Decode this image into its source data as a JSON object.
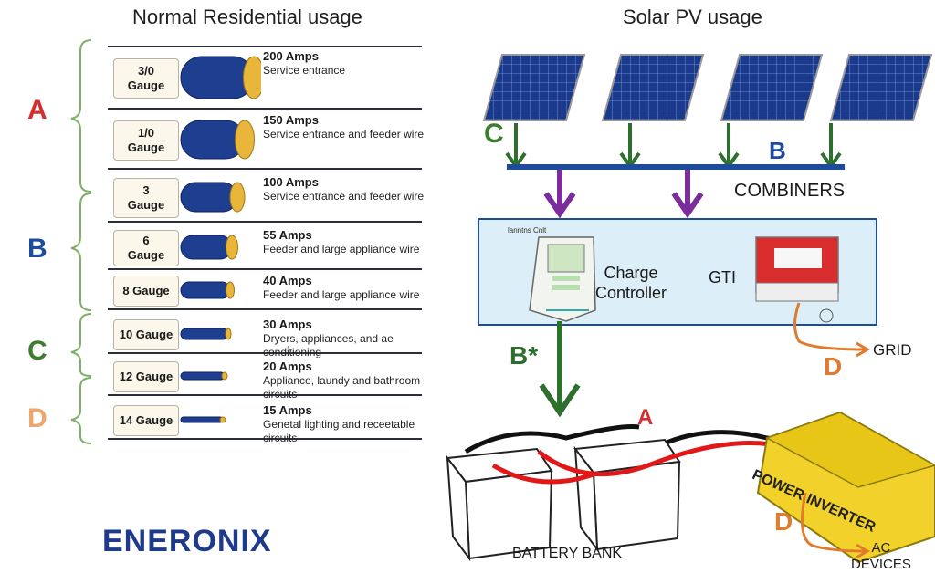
{
  "titles": {
    "left": "Normal Residential usage",
    "right": "Solar PV usage"
  },
  "groups": {
    "A": "A",
    "B": "B",
    "C": "C",
    "D": "D"
  },
  "colors": {
    "A": "#d32f2f",
    "B": "#1e4b9b",
    "C": "#3f7d2e",
    "D": "#f0a56a",
    "arrow_green": "#2e6f2e",
    "arrow_purple": "#7b2e9b",
    "arrow_orange": "#e07a2c"
  },
  "wires": [
    {
      "gauge": "3/0\nGauge",
      "amps": "200 Amps",
      "use": "Service entrance"
    },
    {
      "gauge": "1/0\nGauge",
      "amps": "150 Amps",
      "use": "Service entrance and feeder wire"
    },
    {
      "gauge": "3\nGauge",
      "amps": "100 Amps",
      "use": "Service entrance and feeder wire"
    },
    {
      "gauge": "6\nGauge",
      "amps": "55 Amps",
      "use": "Feeder and large appliance wire"
    },
    {
      "gauge": "8 Gauge",
      "amps": "40 Amps",
      "use": "Feeder and large appliance wire"
    },
    {
      "gauge": "10 Gauge",
      "amps": "30 Amps",
      "use": "Dryers, appliances, and ae condi̇tioning"
    },
    {
      "gauge": "12 Gauge",
      "amps": "20 Amps",
      "use": "Appliance, laundy and bathroom circuits"
    },
    {
      "gauge": "14 Gauge",
      "amps": "15 Amps",
      "use": "Genetal lighting and receetable circuits"
    }
  ],
  "solar": {
    "label_C": "C",
    "label_B": "B",
    "combiners": "COMBINERS",
    "charge_controller": "Charge\nController",
    "controller_small_label": "lanntns Cnlt",
    "gti": "GTI",
    "label_Bstar": "B*",
    "grid": "GRID",
    "label_D_grid": "D",
    "label_A": "A",
    "battery_bank": "BATTERY BANK",
    "power_inverter": "POWER INVERTER",
    "label_D_ac": "D",
    "ac_devices": "AC\nDEVICES"
  },
  "logo": "ENERONIX"
}
